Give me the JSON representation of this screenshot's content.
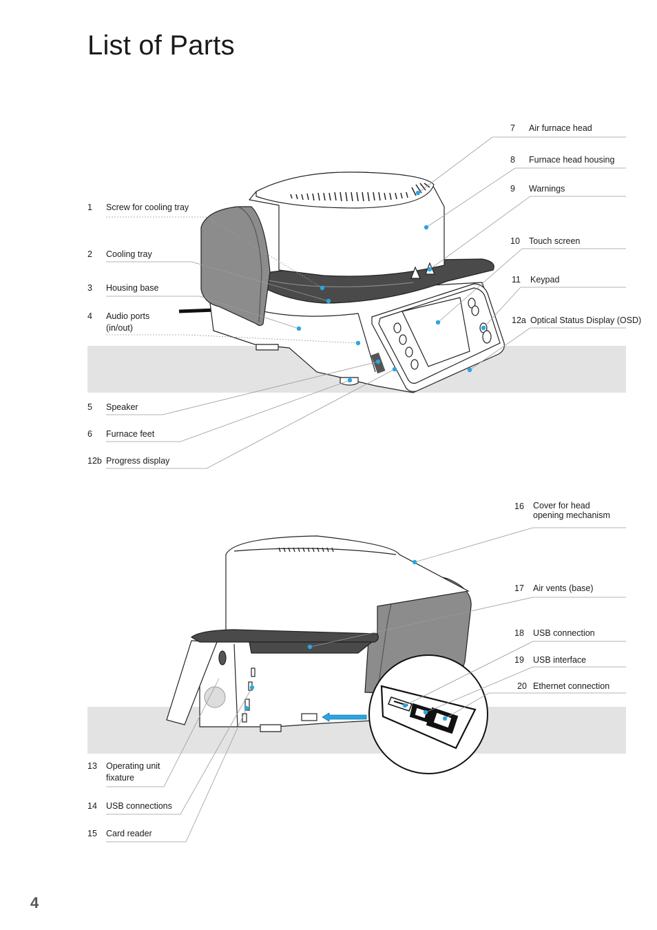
{
  "title": "List of Parts",
  "page_number": "4",
  "colors": {
    "callout_dot": "#2aa6e0",
    "band": "#e3e3e3",
    "housing_dark": "#8a8a8a",
    "tray": "#555555",
    "leader": "#9a9a9a"
  },
  "parts_front": [
    {
      "num": "1",
      "label": "Screw for cooling tray"
    },
    {
      "num": "2",
      "label": "Cooling tray"
    },
    {
      "num": "3",
      "label": "Housing base"
    },
    {
      "num": "4",
      "label": "Audio ports\n(in/out)"
    },
    {
      "num": "5",
      "label": "Speaker"
    },
    {
      "num": "6",
      "label": "Furnace feet"
    },
    {
      "num": "12b",
      "label": "Progress display"
    },
    {
      "num": "7",
      "label": "Air furnace head"
    },
    {
      "num": "8",
      "label": "Furnace head housing"
    },
    {
      "num": "9",
      "label": "Warnings"
    },
    {
      "num": "10",
      "label": "Touch screen"
    },
    {
      "num": "11",
      "label": "Keypad"
    },
    {
      "num": "12a",
      "label": "Optical Status Display (OSD)"
    }
  ],
  "parts_back": [
    {
      "num": "16",
      "label": "Cover for head\nopening mechanism"
    },
    {
      "num": "17",
      "label": "Air vents (base)"
    },
    {
      "num": "18",
      "label": "USB connection"
    },
    {
      "num": "19",
      "label": "USB interface"
    },
    {
      "num": "20",
      "label": "Ethernet connection"
    },
    {
      "num": "13",
      "label": "Operating unit\nfixature"
    },
    {
      "num": "14",
      "label": "USB connections"
    },
    {
      "num": "15",
      "label": "Card reader"
    }
  ]
}
